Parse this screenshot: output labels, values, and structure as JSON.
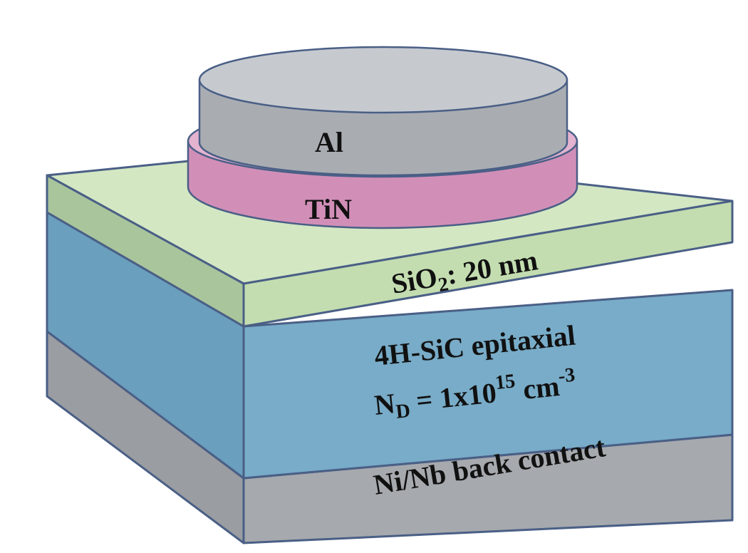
{
  "layers": {
    "al": {
      "label": "Al"
    },
    "tin": {
      "label": "TiN"
    },
    "sio2": {
      "label_main": "SiO",
      "label_sub": "2",
      "label_rest": ": 20 nm"
    },
    "sic": {
      "line1": "4H-SiC epitaxial",
      "line2_main": "N",
      "line2_sub": "D",
      "line2_mid": " = 1x10",
      "line2_sup": "15",
      "line2_unit": " cm",
      "line2_exp": "-3"
    },
    "back": {
      "label": "Ni/Nb back contact"
    }
  },
  "colors": {
    "al_side": "#a9adb2",
    "al_top": "#c6cacf",
    "tin_side": "#d18fb8",
    "tin_top": "#e3b3d0",
    "sio2_front": "#c3ddb0",
    "sio2_top": "#d3e7c3",
    "sio2_side": "#a9c59c",
    "sic_front": "#78acc8",
    "sic_side": "#6a9fbd",
    "back_front": "#a6a9ad",
    "back_side": "#9a9da1",
    "edge": "#4a5f86"
  }
}
